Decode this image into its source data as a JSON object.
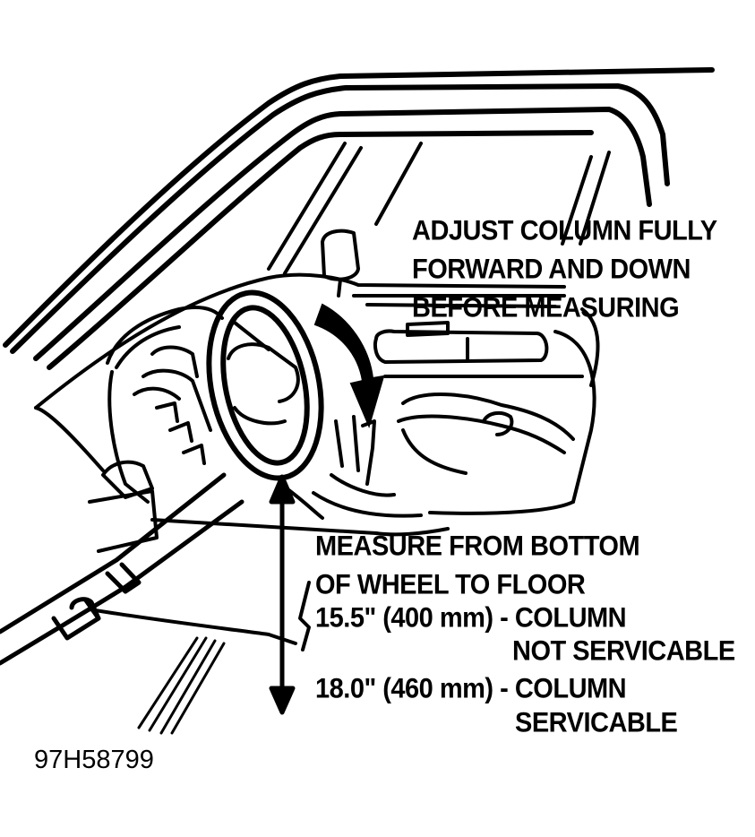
{
  "instructions": {
    "adjust": [
      "ADJUST COLUMN FULLY",
      "FORWARD AND DOWN",
      "BEFORE MEASURING"
    ],
    "measure": [
      "MEASURE FROM BOTTOM",
      "OF WHEEL TO FLOOR"
    ]
  },
  "measurements": [
    {
      "value": "15.5\" (400 mm) - COLUMN",
      "status": "NOT SERVICABLE"
    },
    {
      "value": "18.0\"  (460 mm) - COLUMN",
      "status": "SERVICABLE"
    }
  ],
  "figure_code": "97H58799",
  "colors": {
    "ink": "#000000",
    "paper": "#ffffff"
  }
}
